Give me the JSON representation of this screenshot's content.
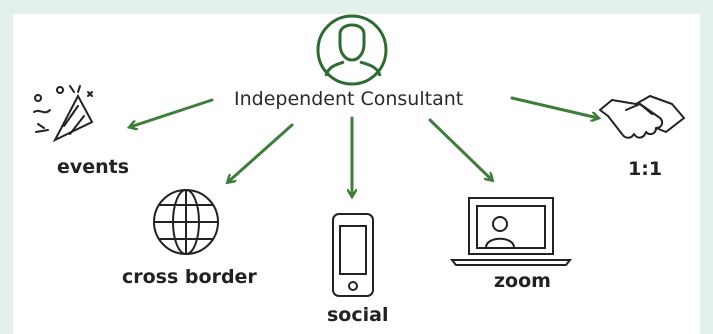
{
  "center": {
    "label": "Independent Consultant",
    "icon": "person-icon"
  },
  "nodes": [
    {
      "id": "events",
      "label": "events",
      "icon": "party-popper-icon"
    },
    {
      "id": "cross-border",
      "label": "cross border",
      "icon": "globe-icon"
    },
    {
      "id": "social",
      "label": "social",
      "icon": "smartphone-icon"
    },
    {
      "id": "zoom",
      "label": "zoom",
      "icon": "laptop-video-call-icon"
    },
    {
      "id": "one-to-one",
      "label": "1:1",
      "icon": "handshake-icon"
    }
  ],
  "colors": {
    "background": "#e3f1ea",
    "panel": "#ffffff",
    "accent": "#2e6b33",
    "arrow": "#3e7d3a",
    "text": "#222222"
  }
}
